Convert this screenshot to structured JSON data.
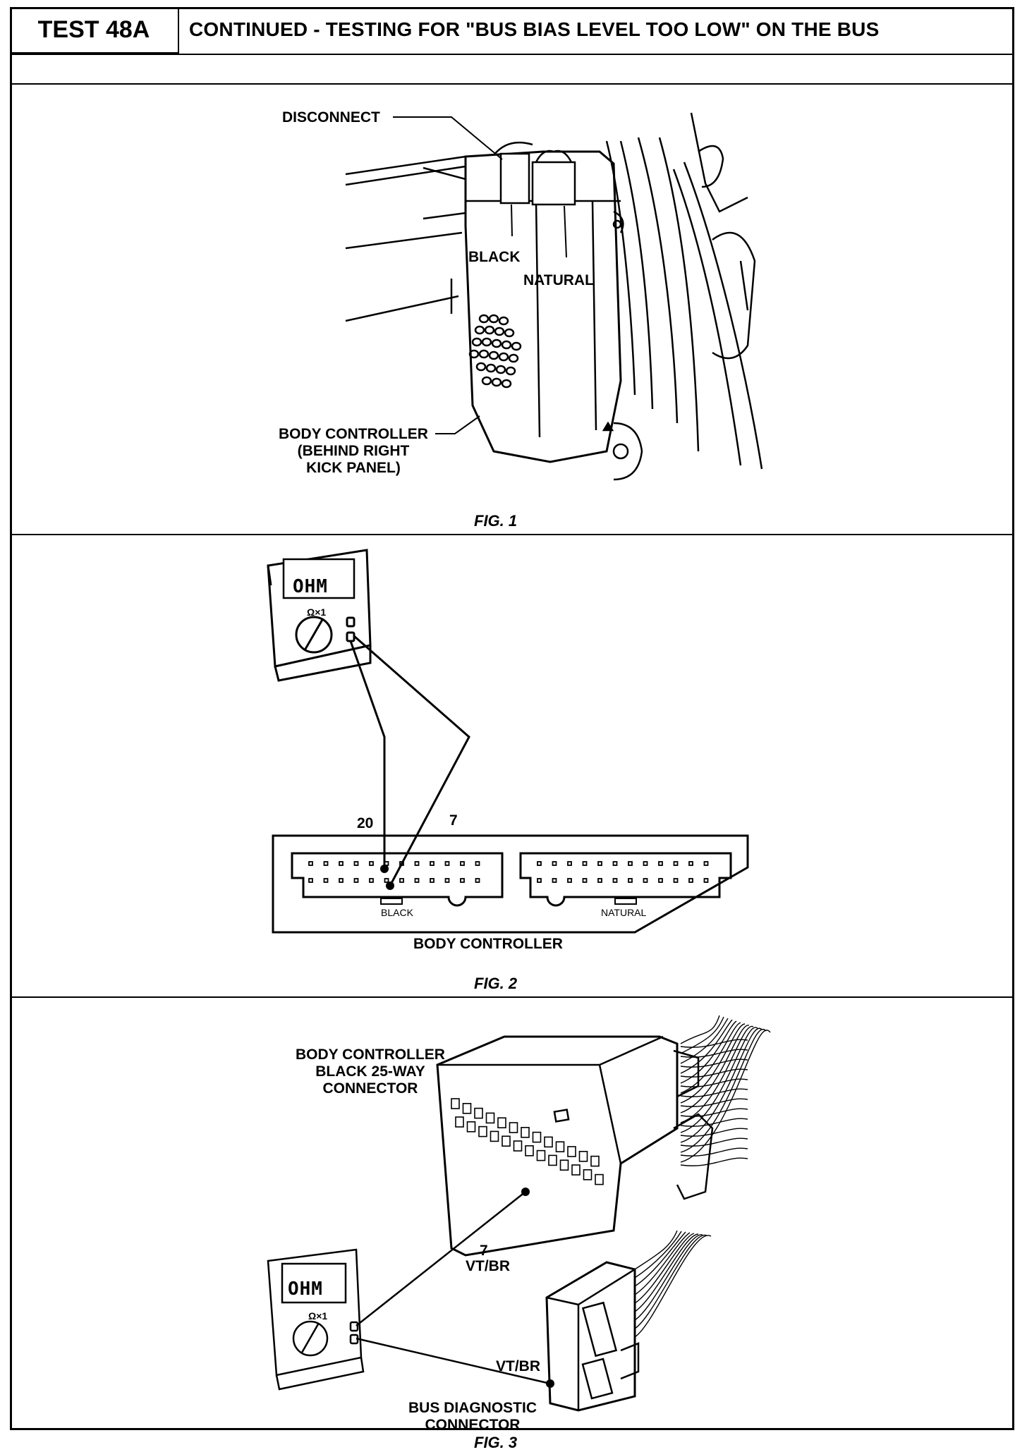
{
  "header": {
    "test_id": "TEST 48A",
    "title": "CONTINUED - TESTING FOR \"BUS BIAS LEVEL TOO LOW\" ON THE BUS"
  },
  "fig1": {
    "disconnect": "DISCONNECT",
    "black": "BLACK",
    "natural": "NATURAL",
    "body_controller": "BODY CONTROLLER",
    "behind1": "(BEHIND RIGHT",
    "behind2": "KICK PANEL)",
    "caption": "FIG. 1"
  },
  "fig2": {
    "meter_display": "OHM",
    "meter_range": "Ω×1",
    "pin_20": "20",
    "pin_7": "7",
    "black": "BLACK",
    "natural": "NATURAL",
    "body_controller": "BODY CONTROLLER",
    "caption": "FIG. 2"
  },
  "fig3": {
    "connector_label_1": "BODY CONTROLLER",
    "connector_label_2": "BLACK 25-WAY",
    "connector_label_3": "CONNECTOR",
    "meter_display": "OHM",
    "meter_range": "Ω×1",
    "pin_7": "7",
    "wire_1": "VT/BR",
    "wire_2": "VT/BR",
    "diag_1": "BUS DIAGNOSTIC",
    "diag_2": "CONNECTOR",
    "caption": "FIG. 3"
  }
}
